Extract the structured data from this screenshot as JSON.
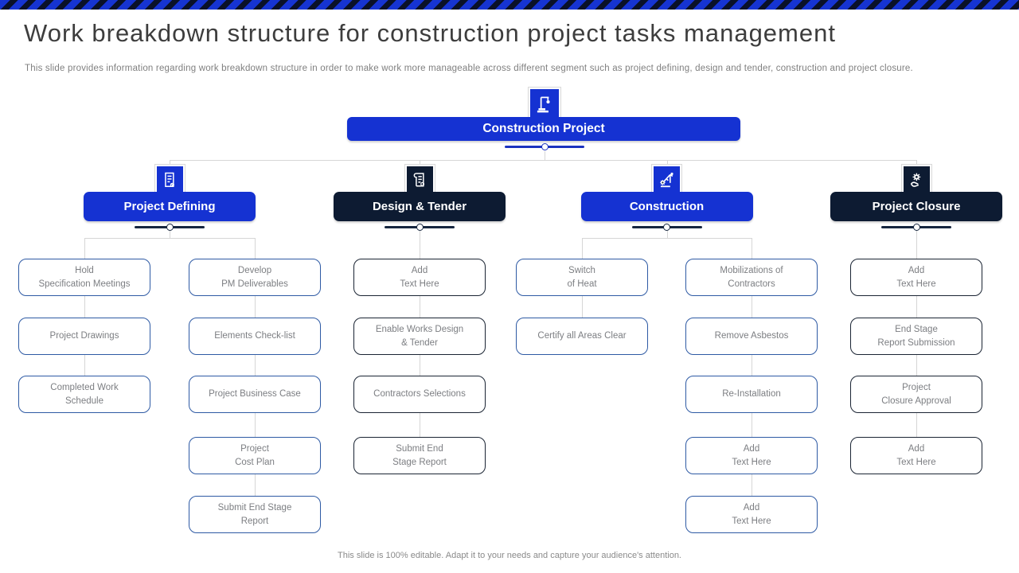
{
  "slide": {
    "title": "Work breakdown structure for construction project tasks management",
    "subtitle": "This slide provides information regarding work breakdown structure in order to make work more manageable across different segment such as project defining, design and tender, construction and project closure.",
    "footer": "This slide is 100% editable. Adapt it to your needs and capture your audience's attention."
  },
  "colors": {
    "accent_blue": "#1532d2",
    "dark_navy": "#0d1b32",
    "root_underline": "#1b33bf",
    "branch_underline": "#16263f",
    "child_border_blue": "#2e5aa4",
    "child_border_dark": "#1a2433",
    "text_gray": "#7c7e82",
    "connector_gray": "#d6d6d6"
  },
  "root": {
    "label": "Construction Project",
    "icon": "crane-icon",
    "color": "blue"
  },
  "branches": [
    {
      "label": "Project Defining",
      "icon": "document-pen-icon",
      "color": "blue",
      "columns": [
        {
          "children": [
            {
              "label": "Hold\nSpecification Meetings",
              "row": 0
            },
            {
              "label": "Project Drawings",
              "row": 1
            },
            {
              "label": "Completed Work\nSchedule",
              "row": 2
            }
          ]
        },
        {
          "children": [
            {
              "label": "Develop\nPM Deliverables",
              "row": 0
            },
            {
              "label": "Elements Check-list",
              "row": 1
            },
            {
              "label": "Project Business Case",
              "row": 2
            },
            {
              "label": "Project\nCost Plan",
              "row": 3
            },
            {
              "label": "Submit End Stage\nReport",
              "row": 4
            }
          ]
        }
      ]
    },
    {
      "label": "Design & Tender",
      "icon": "scroll-icon",
      "color": "dark",
      "columns": [
        {
          "children": [
            {
              "label": "Add\nText Here",
              "row": 0
            },
            {
              "label": "Enable Works Design\n& Tender",
              "row": 1
            },
            {
              "label": "Contractors Selections",
              "row": 2
            },
            {
              "label": "Submit End\nStage Report",
              "row": 3
            }
          ]
        }
      ]
    },
    {
      "label": "Construction",
      "icon": "crane-gear-icon",
      "color": "blue",
      "columns": [
        {
          "children": [
            {
              "label": "Switch\nof Heat",
              "row": 0
            },
            {
              "label": "Certify all Areas Clear",
              "row": 1
            }
          ]
        },
        {
          "children": [
            {
              "label": "Mobilizations of\nContractors",
              "row": 0
            },
            {
              "label": "Remove Asbestos",
              "row": 1
            },
            {
              "label": "Re-Installation",
              "row": 2
            },
            {
              "label": "Add\nText Here",
              "row": 3
            },
            {
              "label": "Add\nText Here",
              "row": 4
            }
          ]
        }
      ]
    },
    {
      "label": "Project Closure",
      "icon": "hand-gear-icon",
      "color": "dark",
      "columns": [
        {
          "children": [
            {
              "label": "Add\nText Here",
              "row": 0
            },
            {
              "label": "End Stage\nReport Submission",
              "row": 1
            },
            {
              "label": "Project\nClosure Approval",
              "row": 2
            },
            {
              "label": "Add\nText Here",
              "row": 3
            }
          ]
        }
      ]
    }
  ]
}
